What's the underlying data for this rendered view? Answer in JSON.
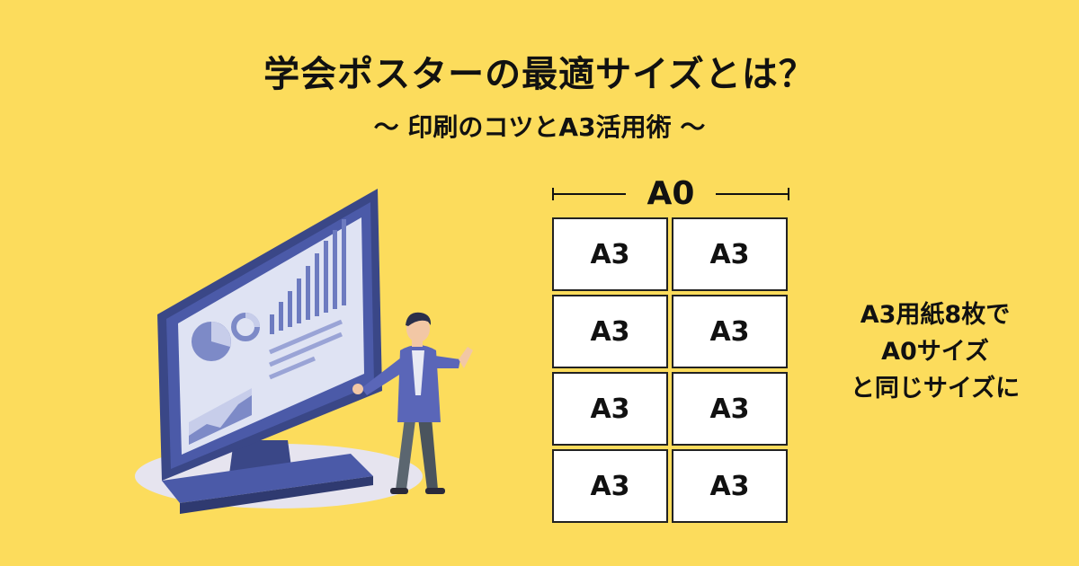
{
  "header": {
    "title": "学会ポスターの最適サイズとは？",
    "subtitle": "〜 印刷のコツとA3活用術 〜"
  },
  "diagram": {
    "a0_label": "A0",
    "cells": [
      "A3",
      "A3",
      "A3",
      "A3",
      "A3",
      "A3",
      "A3",
      "A3"
    ]
  },
  "note": {
    "lines": [
      "A3用紙8枚で",
      "A0サイズ",
      "と同じサイズに"
    ]
  },
  "colors": {
    "background": "#fcdc5c",
    "monitor": "#4b5aa8",
    "monitor_dark": "#3a4787",
    "screen": "#dfe3f3",
    "text": "#111111"
  },
  "icons": [
    "presentation-monitor-icon",
    "person-presenter-icon",
    "bar-chart-icon",
    "pie-chart-icon",
    "donut-chart-icon",
    "area-chart-icon"
  ]
}
